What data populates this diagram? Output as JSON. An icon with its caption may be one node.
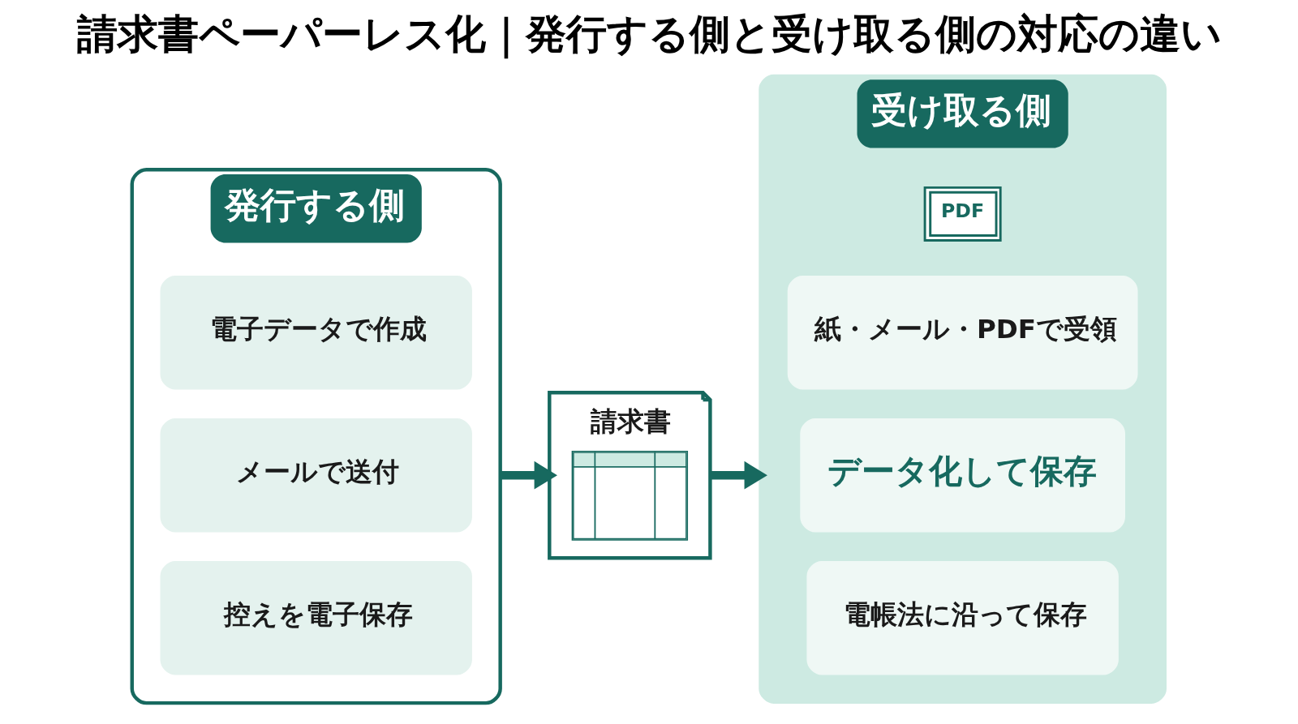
{
  "diagram": {
    "title": "請求書ペーパーレス化｜発行する側と受け取る側の対応の違い",
    "nodes": [
      {
        "text": [
          "発行する側"
        ]
      },
      {
        "text": [
          "電子データで作成"
        ],
        "in": 0
      },
      {
        "text": [
          "メールで送付"
        ],
        "in": 0
      },
      {
        "text": [
          "控えを電子保存"
        ],
        "in": 0
      },
      {
        "text": [
          "請求書"
        ]
      },
      {
        "text": [
          "受け取る側"
        ]
      },
      {
        "text": [
          "紙・メール・PDFで受領"
        ],
        "in": 5
      },
      {
        "text": [
          "データ化して保存"
        ],
        "in": 5
      },
      {
        "text": [
          "電帳法に沿って保存"
        ],
        "in": 5
      }
    ],
    "edges": [
      {
        "from": 0,
        "to": 4,
        "arrow": "to"
      },
      {
        "from": 4,
        "to": 5,
        "arrow": "to"
      }
    ],
    "labels": [
      "PDF"
    ]
  }
}
